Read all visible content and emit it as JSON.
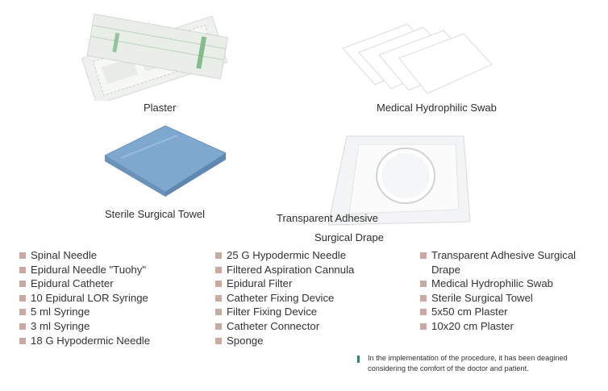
{
  "colors": {
    "bullet": "#c9a9a0",
    "note_accent": "#2e8a78",
    "towel_blue": "#7fa8cf"
  },
  "images": [
    {
      "caption": "Plaster"
    },
    {
      "caption": "Medical Hydrophilic Swab"
    },
    {
      "caption": "Sterile Surgical Towel"
    },
    {
      "caption_line1": "Transparent Adhesive",
      "caption_line2": "Surgical Drape"
    }
  ],
  "lists": {
    "col1": [
      "Spinal Needle",
      "Epidural Needle \"Tuohy\"",
      "Epidural Catheter",
      "10 Epidural LOR Syringe",
      "5 ml Syringe",
      "3 ml Syringe",
      "18 G Hypodermic Needle"
    ],
    "col2": [
      "25 G Hypodermic Needle",
      "Filtered Aspiration Cannula",
      "Epidural Filter",
      "Catheter Fixing Device",
      "Filter Fixing Device",
      "Catheter Connector",
      "Sponge"
    ],
    "col3": [
      "Transparent Adhesive Surgical",
      "Drape",
      "Medical Hydrophilic Swab",
      "Sterile Surgical Towel",
      "5x50 cm Plaster",
      "10x20  cm Plaster"
    ]
  },
  "note": {
    "line1": "In the implementation of the procedure, it has been deagined",
    "line2": "considering the comfort of the doctor and patient."
  }
}
